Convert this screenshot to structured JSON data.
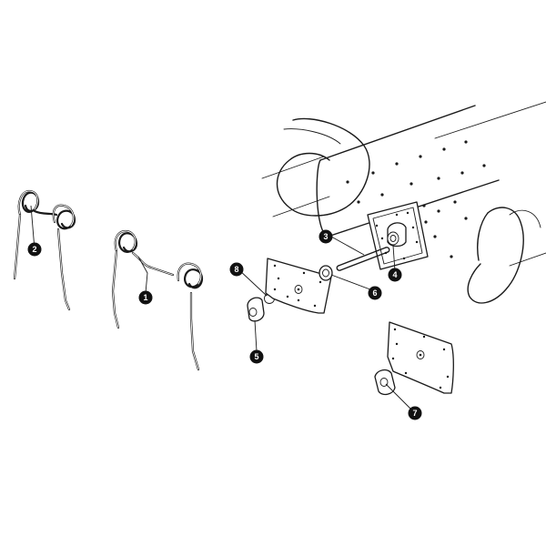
{
  "callouts": [
    {
      "id": "1",
      "label": "1"
    },
    {
      "id": "2",
      "label": "2"
    },
    {
      "id": "3",
      "label": "3"
    },
    {
      "id": "4",
      "label": "4"
    },
    {
      "id": "5",
      "label": "5"
    },
    {
      "id": "6",
      "label": "6"
    },
    {
      "id": "7",
      "label": "7"
    },
    {
      "id": "8",
      "label": "8"
    }
  ],
  "colors": {
    "line": "#1a1a1a",
    "callout": "#111111",
    "background": "#ffffff"
  }
}
